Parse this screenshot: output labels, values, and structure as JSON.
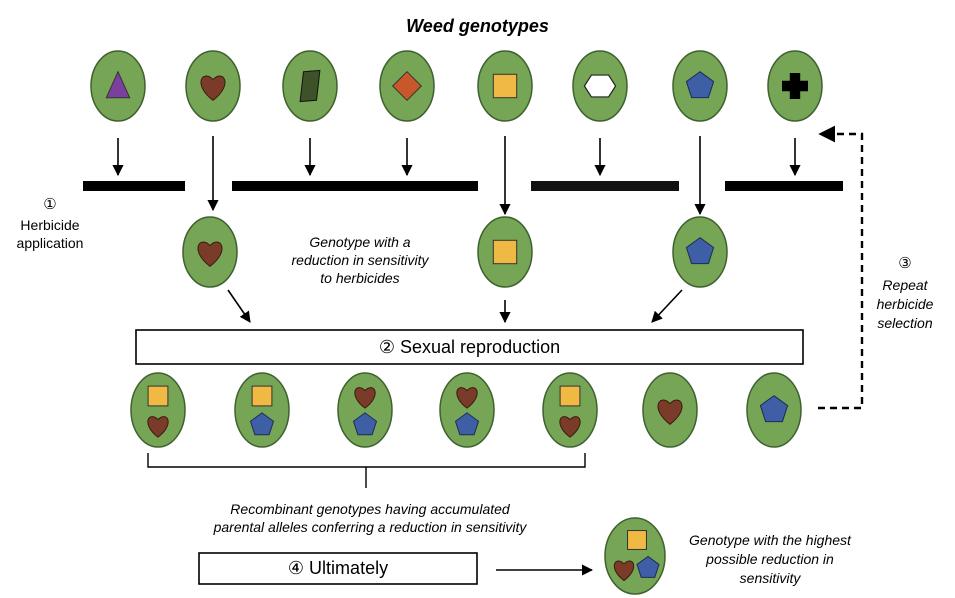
{
  "title": "Weed genotypes",
  "steps": {
    "step1": {
      "number": "①",
      "label_line1": "Herbicide",
      "label_line2": "application"
    },
    "step2": {
      "label": "② Sexual reproduction"
    },
    "step3": {
      "number": "③",
      "label_line1": "Repeat",
      "label_line2": "herbicide",
      "label_line3": "selection"
    },
    "step4": {
      "label": "④ Ultimately"
    }
  },
  "annotations": {
    "reduced_sensitivity": [
      "Genotype with a",
      "reduction in sensitivity",
      "to herbicides"
    ],
    "recombinant": [
      "Recombinant genotypes having accumulated",
      "parental alleles conferring a reduction in sensitivity"
    ],
    "highest": [
      "Genotype with the highest",
      "possible reduction in",
      "sensitivity"
    ]
  },
  "colors": {
    "cell_fill": "#76a556",
    "cell_stroke": "#3f6130",
    "triangle": "#7b3fa0",
    "heart": "#7a3b28",
    "parallelogram": "#3d5229",
    "diamond": "#c8582a",
    "square": "#efb943",
    "hexagon": "#ffffff",
    "pentagon": "#3e5fa6",
    "cross": "#000000"
  },
  "genotypes": [
    "triangle",
    "heart",
    "parallelogram",
    "diamond",
    "square",
    "hexagon",
    "pentagon",
    "cross"
  ],
  "survivors": [
    "heart",
    "square",
    "pentagon"
  ],
  "offspring": [
    [
      "square",
      "heart"
    ],
    [
      "square",
      "pentagon"
    ],
    [
      "heart",
      "pentagon"
    ],
    [
      "heart",
      "pentagon"
    ],
    [
      "square",
      "heart"
    ],
    [
      "heart"
    ],
    [
      "pentagon"
    ]
  ],
  "final": [
    "square",
    "heart",
    "pentagon"
  ]
}
